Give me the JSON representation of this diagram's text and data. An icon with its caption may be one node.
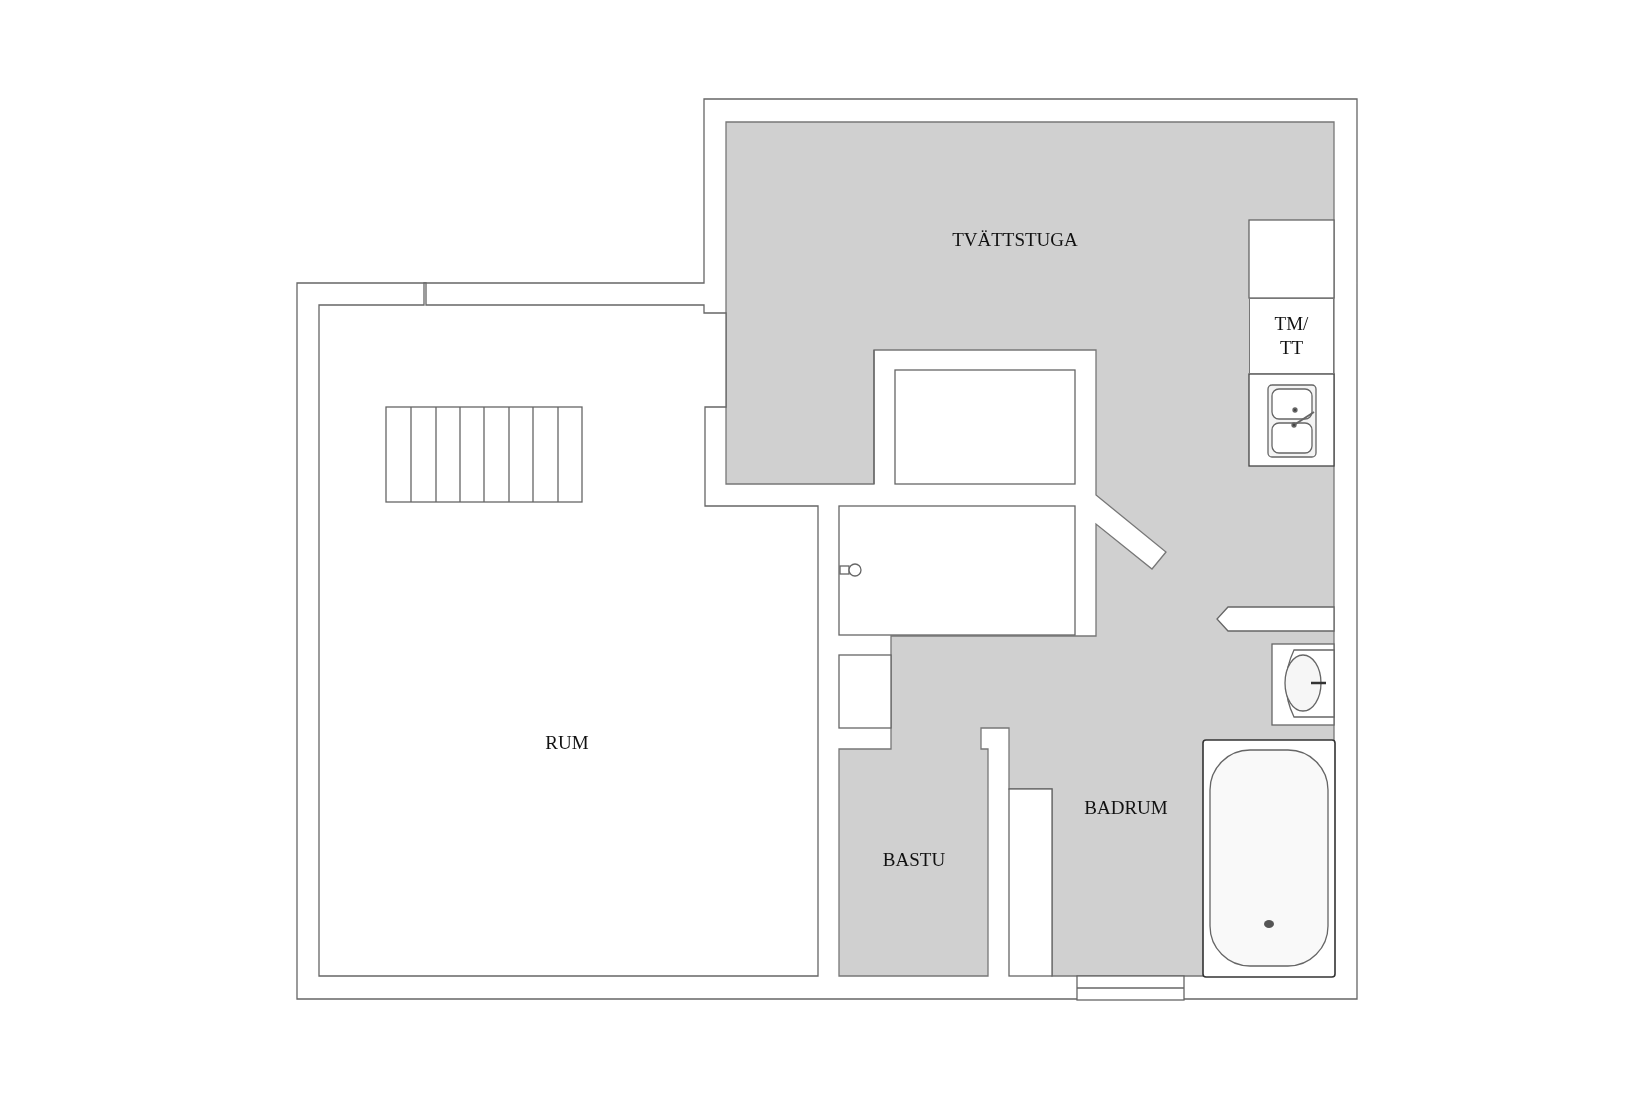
{
  "diagram": {
    "nodes": [
      {
        "text": [
          "TVÄTTSTUGA"
        ]
      },
      {
        "text": [
          "TM/ TT"
        ]
      },
      {
        "text": [
          "RUM"
        ]
      },
      {
        "text": [
          "BASTU"
        ]
      },
      {
        "text": [
          "BADRUM"
        ]
      }
    ]
  }
}
